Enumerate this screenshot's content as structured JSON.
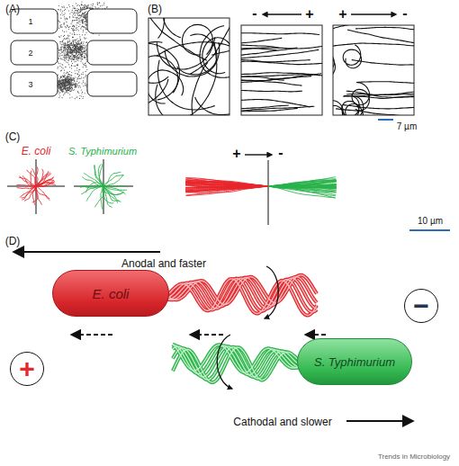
{
  "diagram": {
    "nodes": [
      {
        "text": [
          "E. coli"
        ]
      },
      {
        "text": [
          "−"
        ]
      },
      {
        "text": [
          "S. Typhimurium"
        ]
      },
      {
        "text": [
          "+"
        ]
      }
    ],
    "labels": [
      "(A)",
      "1",
      "2",
      "3",
      "(B)",
      "-",
      "+",
      "+",
      "-",
      "7 µm",
      "(C)",
      "E. coli",
      "S. Typhimurium",
      "+",
      "-",
      "10 µm",
      "(D)",
      "Anodal and faster",
      "Cathodal and slower",
      "Trends in Microbiology"
    ]
  }
}
